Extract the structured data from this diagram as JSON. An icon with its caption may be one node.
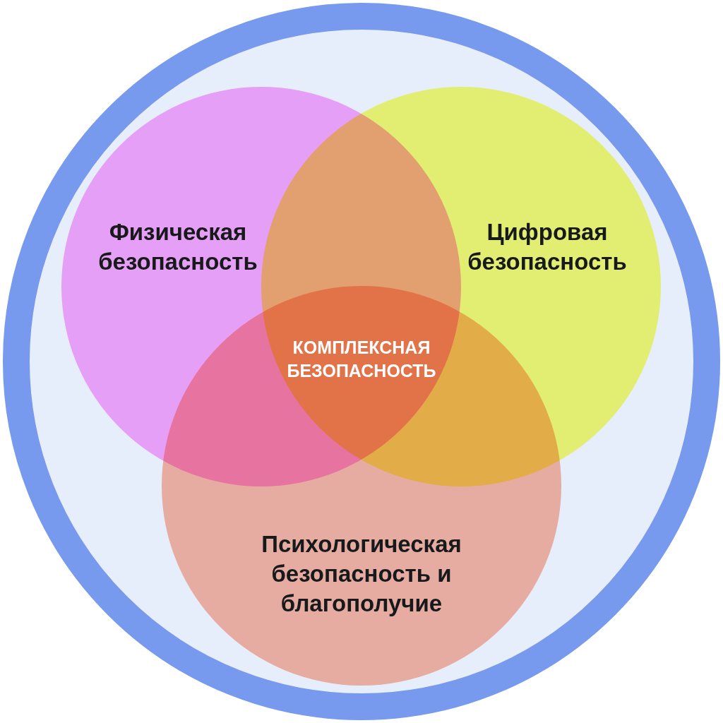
{
  "diagram": {
    "nodes": [
      {
        "text": [],
        "shape": "circle"
      },
      {
        "text": [
          "Физическая безопасность"
        ],
        "in": 0
      },
      {
        "text": [
          "Цифровая безопасность"
        ],
        "in": 0
      },
      {
        "text": [
          "Психологическая безопасность и благополучие"
        ],
        "in": 0
      }
    ],
    "edges": [],
    "labels": [
      "КОМПЛЕКСНАЯ БЕЗОПАСНОСТЬ"
    ]
  }
}
